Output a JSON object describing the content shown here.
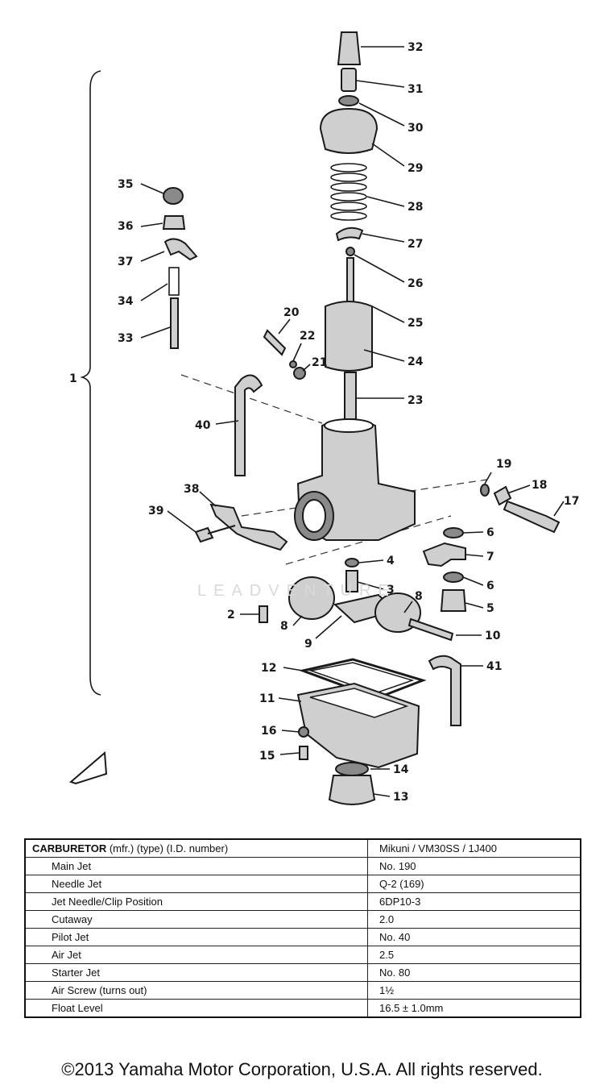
{
  "diagram": {
    "bracket_label": "1",
    "watermark": "LEADVENTURE",
    "callouts": [
      "32",
      "31",
      "30",
      "29",
      "28",
      "27",
      "26",
      "25",
      "24",
      "23",
      "35",
      "36",
      "37",
      "34",
      "33",
      "20",
      "22",
      "21",
      "40",
      "19",
      "18",
      "17",
      "38",
      "39",
      "6",
      "7",
      "6",
      "5",
      "4",
      "3",
      "2",
      "8",
      "8",
      "9",
      "10",
      "12",
      "11",
      "41",
      "16",
      "15",
      "14",
      "13"
    ]
  },
  "spec_table": {
    "header_bold": "CARBURETOR",
    "header_rest": " (mfr.) (type) (I.D. number)",
    "header_value": "Mikuni  /  VM30SS  /  1J400",
    "rows": [
      {
        "label": "Main Jet",
        "value": "No. 190"
      },
      {
        "label": "Needle Jet",
        "value": "Q-2 (169)"
      },
      {
        "label": "Jet Needle/Clip Position",
        "value": "6DP10-3"
      },
      {
        "label": "Cutaway",
        "value": "2.0"
      },
      {
        "label": "Pilot Jet",
        "value": "No. 40"
      },
      {
        "label": "Air Jet",
        "value": "2.5"
      },
      {
        "label": "Starter Jet",
        "value": "No. 80"
      },
      {
        "label": "Air Screw (turns out)",
        "value": "1½"
      },
      {
        "label": "Float Level",
        "value": "16.5 ± 1.0mm"
      }
    ]
  },
  "footer": "©2013 Yamaha Motor Corporation, U.S.A. All rights reserved."
}
